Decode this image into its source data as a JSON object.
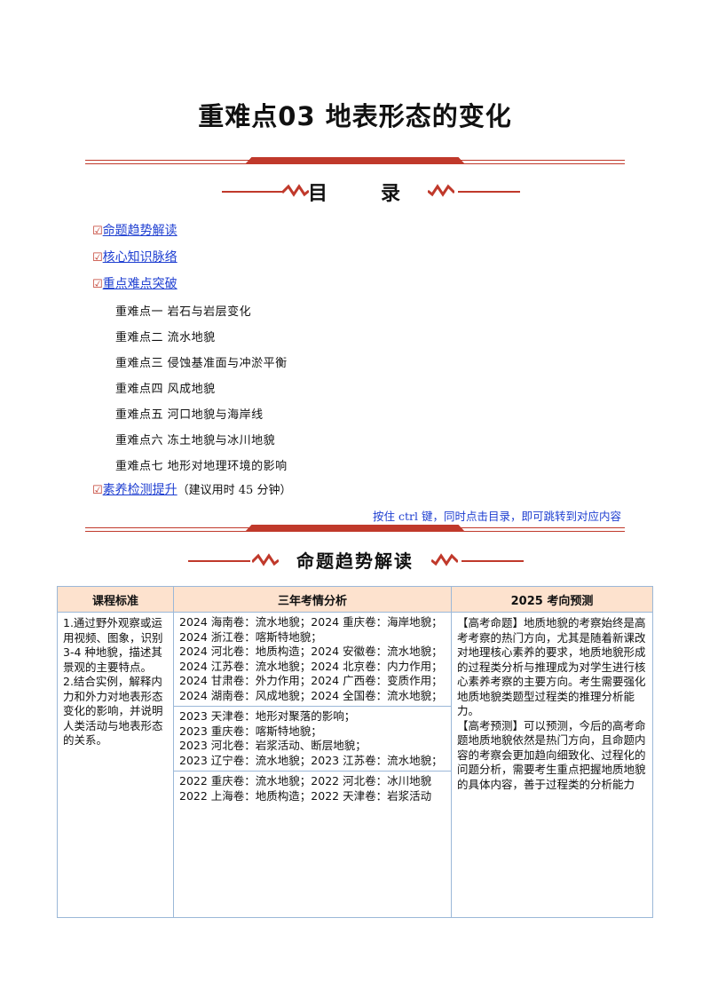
{
  "title": "重难点03  地表形态的变化",
  "toc_heading": "目      录",
  "toc": {
    "main": [
      {
        "check": "☑",
        "label": "命题趋势解读"
      },
      {
        "check": "☑",
        "label": "核心知识脉络"
      },
      {
        "check": "☑",
        "label": "重点难点突破"
      }
    ],
    "sub": [
      "重难点一  岩石与岩层变化",
      "重难点二  流水地貌",
      "重难点三  侵蚀基准面与冲淤平衡",
      "重难点四  风成地貌",
      "重难点五  河口地貌与海岸线",
      "重难点六  冻土地貌与冰川地貌",
      "重难点七  地形对地理环境的影响"
    ],
    "last": {
      "check": "☑",
      "label": "素养检测提升",
      "suffix": "（建议用时 45 分钟）"
    },
    "note": "按住 ctrl 键，同时点击目录，即可跳转到对应内容"
  },
  "section_heading": "命题趋势解读",
  "table": {
    "headers": [
      "课程标准",
      "三年考情分析",
      "2025 考向预测"
    ],
    "standard": "1.通过野外观察或运用视频、图象，识别 3-4 种地貌，描述其景观的主要特点。\n2.结合实例，解释内力和外力对地表形态变化的影响，并说明人类活动与地表形态的关系。",
    "analysis": [
      "2024 海南卷：流水地貌；2024 重庆卷：海岸地貌；\n2024 浙江卷：喀斯特地貌；\n2024 河北卷：地质构造；2024 安徽卷：流水地貌；\n2024 江苏卷：流水地貌；2024 北京卷：内力作用；\n2024 甘肃卷：外力作用；2024 广西卷：变质作用；\n2024 湖南卷：风成地貌；2024 全国卷：流水地貌；",
      "2023 天津卷：地形对聚落的影响；\n2023 重庆卷：喀斯特地貌；\n2023 河北卷：岩浆活动、断层地貌；\n2023 辽宁卷：流水地貌；2023 江苏卷：流水地貌；",
      "2022 重庆卷：流水地貌；2022 河北卷：冰川地貌\n2022 上海卷：地质构造；2022 天津卷：岩浆活动"
    ],
    "forecast": "【高考命题】地质地貌的考察始终是高考考察的热门方向，尤其是随着新课改对地理核心素养的要求，地质地貌形成的过程类分析与推理成为对学生进行核心素养考察的主要方向。考生需要强化地质地貌类题型过程类的推理分析能力。\n【高考预测】可以预测，今后的高考命题地质地貌依然是热门方向，且命题内容的考察会更加趋向细致化、过程化的问题分析，需要考生重点把握地质地貌的具体内容，善于过程类的分析能力"
  }
}
